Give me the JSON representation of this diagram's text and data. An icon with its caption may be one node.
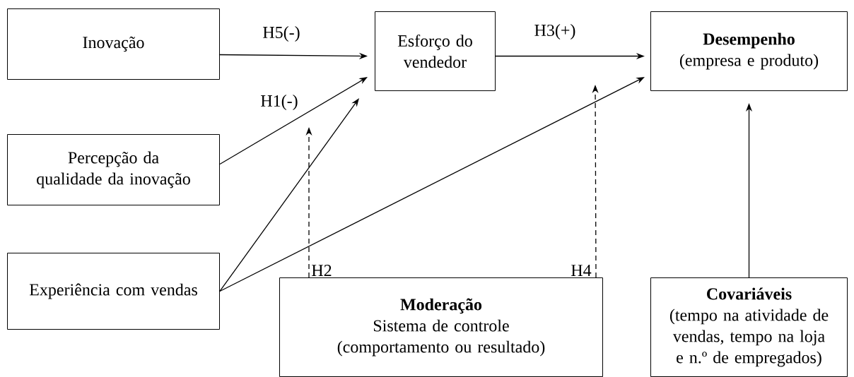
{
  "diagram": {
    "nodes": [
      {
        "text": [
          "Inovação"
        ]
      },
      {
        "text": [
          "Esforço do vendedor"
        ]
      },
      {
        "text": [
          "**Desempenho** (empresa e produto)"
        ]
      },
      {
        "text": [
          "Percepção da qualidade da inovação"
        ]
      },
      {
        "text": [
          "Experiência com vendas"
        ]
      },
      {
        "text": [
          "Moderação",
          "Sistema de controle (comportamento ou resultado)"
        ]
      },
      {
        "text": [
          "Covariáveis",
          "(tempo na atividade de vendas, tempo na loja e n.º de empregados)"
        ]
      }
    ],
    "edges": [
      {
        "from": 0,
        "to": 1,
        "arrow": "to",
        "label": "H5(-)"
      },
      {
        "from": 3,
        "to": 1,
        "arrow": "to",
        "label": "H1(-)"
      },
      {
        "from": 4,
        "to": 1,
        "arrow": "to"
      },
      {
        "from": 4,
        "to": 2,
        "arrow": "to"
      },
      {
        "from": 1,
        "to": 2,
        "arrow": "to",
        "label": "H3(+)"
      },
      {
        "from": 5,
        "to": null,
        "arrow": "to",
        "style": "dashed",
        "label": "H2"
      },
      {
        "from": 5,
        "to": null,
        "arrow": "to",
        "style": "dashed",
        "label": "H4"
      },
      {
        "from": 6,
        "to": 2,
        "arrow": "to"
      }
    ]
  }
}
